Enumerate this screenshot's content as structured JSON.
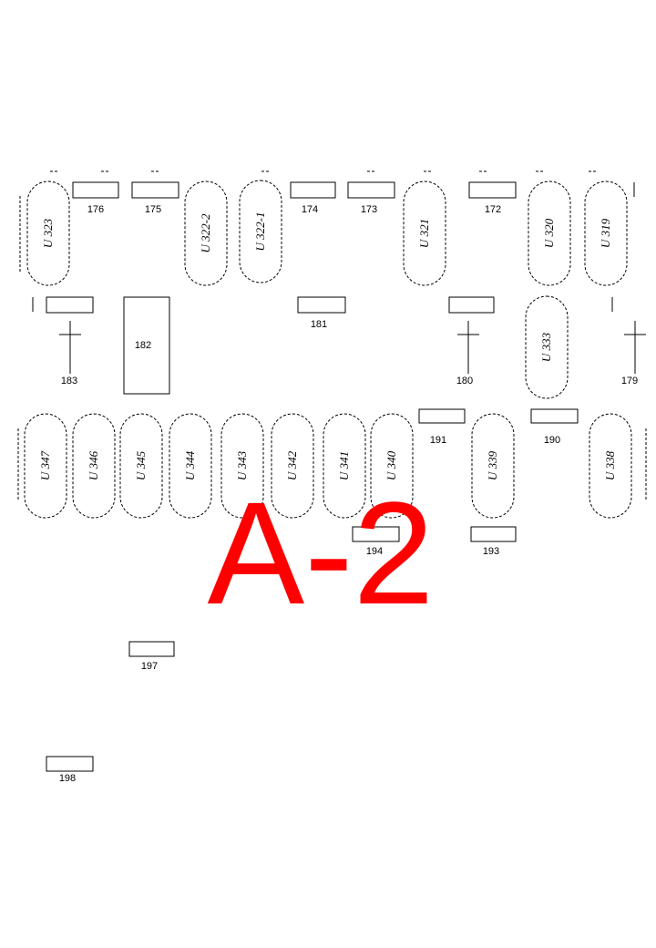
{
  "sector_label": "A-2",
  "plots": [
    {
      "id": "p176",
      "label": "176"
    },
    {
      "id": "p175",
      "label": "175"
    },
    {
      "id": "p174",
      "label": "174"
    },
    {
      "id": "p173",
      "label": "173"
    },
    {
      "id": "p172",
      "label": "172"
    },
    {
      "id": "p181",
      "label": "181"
    },
    {
      "id": "p182",
      "label": "182"
    },
    {
      "id": "p183",
      "label": "183"
    },
    {
      "id": "p180",
      "label": "180"
    },
    {
      "id": "p179",
      "label": "179"
    },
    {
      "id": "p191",
      "label": "191"
    },
    {
      "id": "p190",
      "label": "190"
    },
    {
      "id": "p194",
      "label": "194"
    },
    {
      "id": "p193",
      "label": "193"
    },
    {
      "id": "p197",
      "label": "197"
    },
    {
      "id": "p198",
      "label": "198"
    }
  ],
  "urns": [
    {
      "id": "u323",
      "label": "U 323"
    },
    {
      "id": "u322-2",
      "label": "U 322-2"
    },
    {
      "id": "u322-1",
      "label": "U 322-1"
    },
    {
      "id": "u321",
      "label": "U 321"
    },
    {
      "id": "u320",
      "label": "U 320"
    },
    {
      "id": "u319",
      "label": "U 319"
    },
    {
      "id": "u333",
      "label": "U 333"
    },
    {
      "id": "u347",
      "label": "U 347"
    },
    {
      "id": "u346",
      "label": "U 346"
    },
    {
      "id": "u345",
      "label": "U 345"
    },
    {
      "id": "u344",
      "label": "U 344"
    },
    {
      "id": "u343",
      "label": "U 343"
    },
    {
      "id": "u342",
      "label": "U 342"
    },
    {
      "id": "u341",
      "label": "U 341"
    },
    {
      "id": "u340",
      "label": "U 340"
    },
    {
      "id": "u339",
      "label": "U 339"
    },
    {
      "id": "u338",
      "label": "U 338"
    }
  ],
  "crosses": [
    "p183",
    "p180",
    "p179"
  ]
}
